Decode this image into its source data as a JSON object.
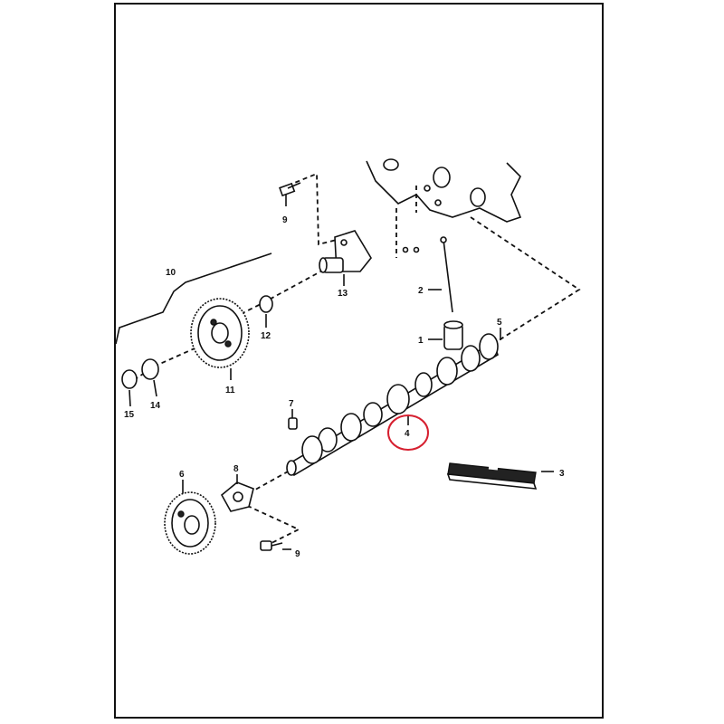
{
  "diagram": {
    "title": "Camshaft exploded parts diagram",
    "highlight_color": "#d62030",
    "highlighted_part": "4",
    "callouts": [
      {
        "id": "c9a",
        "label": "9"
      },
      {
        "id": "c10",
        "label": "10"
      },
      {
        "id": "c13",
        "label": "13"
      },
      {
        "id": "c2",
        "label": "2"
      },
      {
        "id": "c12",
        "label": "12"
      },
      {
        "id": "c1",
        "label": "1"
      },
      {
        "id": "c5",
        "label": "5"
      },
      {
        "id": "c11",
        "label": "11"
      },
      {
        "id": "c14",
        "label": "14"
      },
      {
        "id": "c15",
        "label": "15"
      },
      {
        "id": "c7",
        "label": "7"
      },
      {
        "id": "c4",
        "label": "4"
      },
      {
        "id": "c3",
        "label": "3"
      },
      {
        "id": "c6",
        "label": "6"
      },
      {
        "id": "c8",
        "label": "8"
      },
      {
        "id": "c9b",
        "label": "9"
      }
    ]
  }
}
